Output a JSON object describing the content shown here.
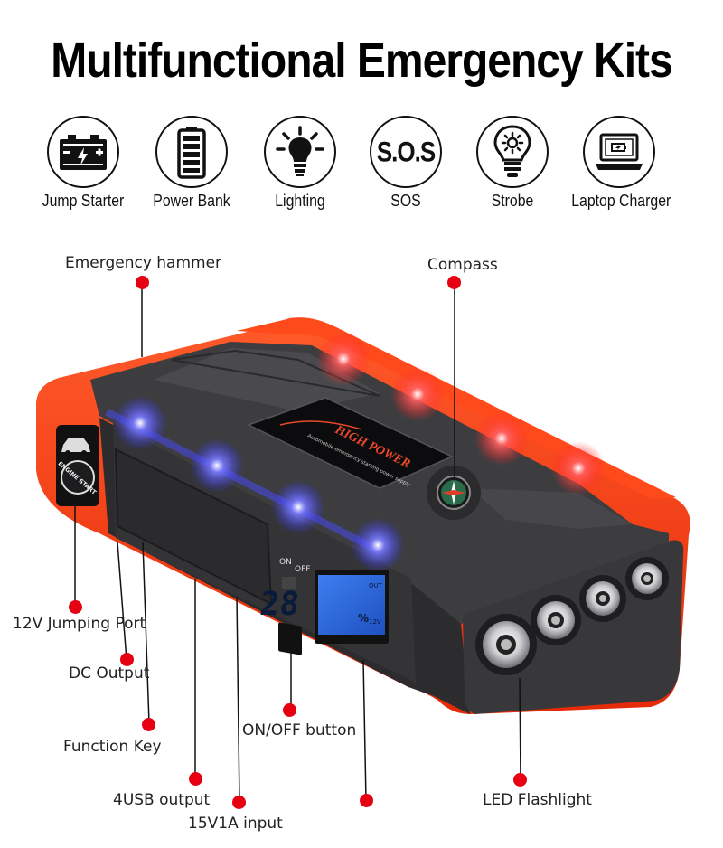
{
  "title": "Multifunctional Emergency Kits",
  "features": [
    {
      "label": "Jump Starter",
      "icon": "battery-jump-icon"
    },
    {
      "label": "Power Bank",
      "icon": "power-bank-icon"
    },
    {
      "label": "Lighting",
      "icon": "bulb-icon"
    },
    {
      "label": "SOS",
      "icon": "sos-icon",
      "icon_text": "S.O.S"
    },
    {
      "label": "Strobe",
      "icon": "strobe-bulb-icon"
    },
    {
      "label": "Laptop Charger",
      "icon": "laptop-icon"
    }
  ],
  "callouts": {
    "emergency_hammer": "Emergency hammer",
    "compass": "Compass",
    "jumping_port": "12V Jumping Port",
    "dc_output": "DC Output",
    "function_key": "Function Key",
    "usb_output": "4USB output",
    "input": "15V1A input",
    "on_off_button": "ON/OFF button",
    "led_flashlight": "LED Flashlight"
  },
  "device": {
    "brand": "HIGH POWER",
    "tagline": "Automobile emergency starting power supply",
    "engine_start": "ENGINE START",
    "switch_on": "ON",
    "switch_off": "OFF",
    "lcd_value": "28",
    "lcd_unit": "%",
    "lcd_out": "OUT",
    "lcd_voltage": "12V"
  },
  "colors": {
    "accent_red": "#e60012",
    "shell_orange": "#ff3a12",
    "body_gray": "#3b3b3d",
    "lcd_blue": "#2a66d8"
  }
}
